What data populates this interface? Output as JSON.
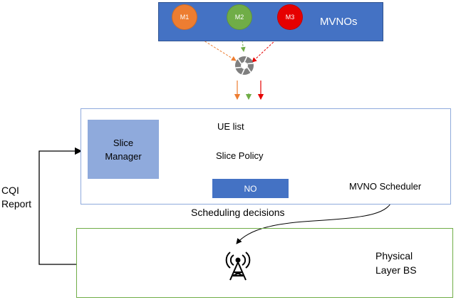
{
  "mvno_panel": {
    "title": "MVNOs",
    "nodes": [
      {
        "label": "M1",
        "color": "#ed7d31"
      },
      {
        "label": "M2",
        "color": "#70ad47"
      },
      {
        "label": "M3",
        "color": "#e60000"
      }
    ]
  },
  "aggregator": {
    "icon": "shutter-icon"
  },
  "slice_manager": {
    "line1": "Slice",
    "line2": "Manager"
  },
  "arrows": {
    "ue_list": "UE list",
    "slice_policy": "Slice Policy",
    "scheduling_decisions": "Scheduling decisions"
  },
  "no_label": "NO",
  "mvno_scheduler": {
    "label": "MVNO Scheduler"
  },
  "base_station": {
    "line1": "Physical",
    "line2": "Layer BS",
    "icon": "cell-tower-icon"
  },
  "cqi": {
    "line1": "CQI",
    "line2": "Report"
  },
  "colors": {
    "blue": "#4472c4",
    "light_blue": "#8faadc",
    "orange": "#ed7d31",
    "green": "#70ad47",
    "red": "#e60000"
  }
}
